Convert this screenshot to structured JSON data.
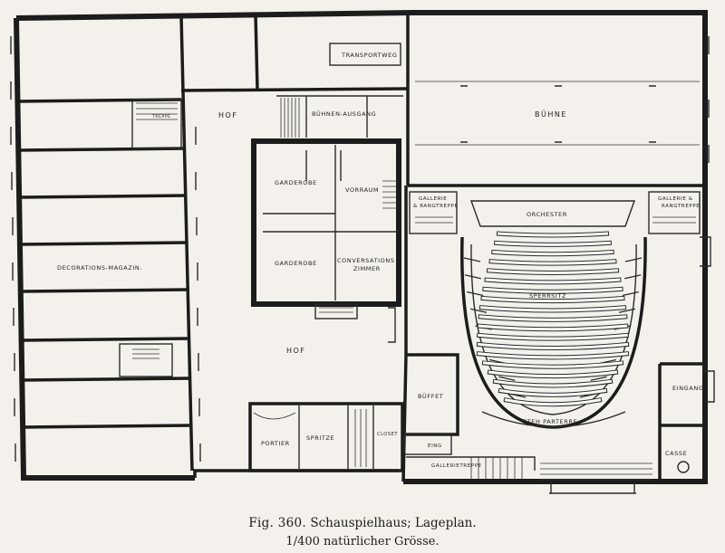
{
  "caption": {
    "fig": "Fig. 360.",
    "title": "Schauspielhaus; Lageplan.",
    "scale_fraction": "1/400",
    "scale_text": "natürlicher Grösse."
  },
  "rooms": {
    "transportweg": "TRANSPORTWEG",
    "buehne": "BÜHNE",
    "hof_top": "HOF",
    "hof_main": "HOF",
    "treppe": "TREPPE",
    "buehnen_ausgang": "BÜHNEN-AUSGANG",
    "garderobe_1": "GARDEROBE",
    "vorraum": "VORRAUM",
    "garderobe_2": "GARDEROBE",
    "conversations_1": "CONVERSATIONS",
    "conversations_2": "ZIMMER",
    "decorations": "DECORATIONS-MAGAZIN.",
    "gallerie_left_1": "GALLERIE",
    "gallerie_left_2": "& RANGTREPPE",
    "gallerie_right_1": "GALLERIE &",
    "gallerie_right_2": "RANGTREPPE",
    "orchester": "ORCHESTER",
    "sperrsitz": "SPERRSITZ",
    "parterre": "STEH PARTERRE",
    "buffet": "BÜFFET",
    "eingang": "EINGANG",
    "casse": "CASSE",
    "portier": "PORTIER",
    "spritze": "SPRITZE",
    "closet": "CLOSET",
    "gallerietreppe": "GALLERIETREPPE",
    "eing": "EING"
  }
}
